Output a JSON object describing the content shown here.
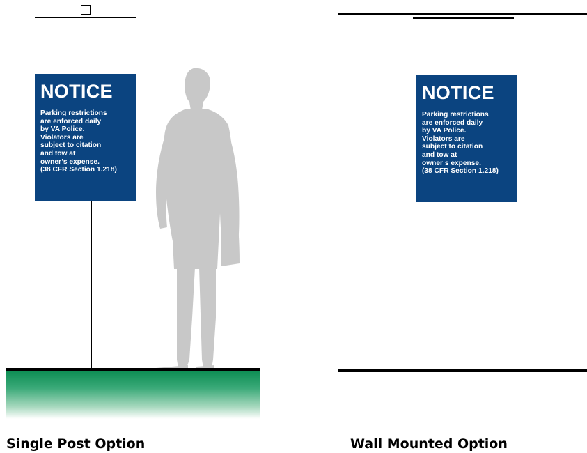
{
  "left_sign": {
    "title": "NOTICE",
    "lines": [
      "Parking restrictions",
      "are enforced daily",
      "by VA Police.",
      "Violators are",
      "subject to citation",
      "and tow at",
      "owner’s expense.",
      "(38 CFR Section 1.218)"
    ]
  },
  "right_sign": {
    "title": "NOTICE",
    "lines": [
      "Parking restrictions",
      "are enforced daily",
      "by VA Police.",
      "Violators are",
      "subject to citation",
      "and tow at",
      "owner  s expense.",
      "(38 CFR Section 1.218)"
    ]
  },
  "captions": {
    "single_post": "Single Post Option",
    "wall_mounted": "Wall Mounted Option"
  },
  "colors": {
    "sign_blue": "#0b4480",
    "grass_green": "#0f8f55",
    "silhouette_gray": "#c8c8c8"
  }
}
